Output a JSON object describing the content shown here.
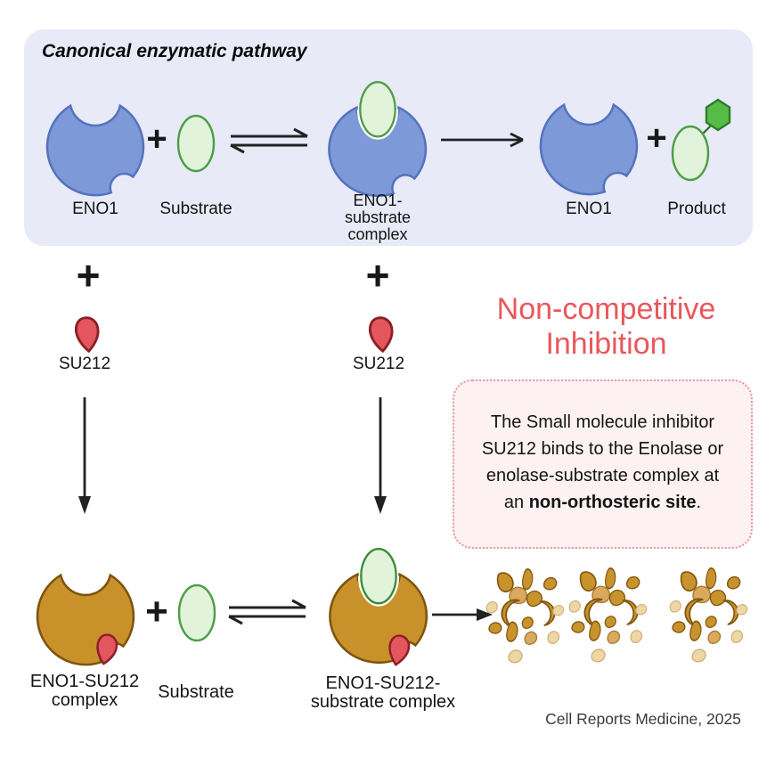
{
  "colors": {
    "panel-bg": "#e8eaf8",
    "blue-fill": "#7e99d8",
    "blue-stroke": "#5573bd",
    "green-fill": "#e2f3dc",
    "green-stroke": "#4f9e46",
    "hex-fill": "#57bb48",
    "hex-stroke": "#2e7d2a",
    "red-fill": "#e4565e",
    "red-stroke": "#8c2026",
    "orange-fill": "#c9912a",
    "orange-stroke": "#7d540f",
    "accent-red": "#e9575d",
    "note-bg": "#fdf1f2",
    "note-border": "#e8959d",
    "frag-dark": "#c8922c",
    "frag-dark-stroke": "#82570e",
    "frag-mid": "#d9a95e",
    "frag-mid-stroke": "#a87c35",
    "frag-light": "#eed7a6",
    "frag-light-stroke": "#d3b176",
    "ink": "#141414"
  },
  "icons": {
    "eno1-enzyme-icon": "blue blob with open catalytic pocket",
    "substrate-icon": "light green ellipse",
    "enzyme-substrate-complex-icon": "blue blob with bound green ellipse",
    "product-icon": "green ellipse with green hexagon tag",
    "su212-inhibitor-icon": "red teardrop",
    "eno1-su212-complex-icon": "orange blob with bound red teardrop",
    "degraded-fragments-icon": "scattered orange shards",
    "equilibrium-arrows-icon": "⇌",
    "forward-arrow-icon": "→",
    "down-arrow-icon": "↓"
  },
  "panel": {
    "title": "Canonical enzymatic pathway",
    "plus": "+",
    "eno1": "ENO1",
    "substrate": "Substrate",
    "complex": [
      "ENO1-",
      "substrate",
      "complex"
    ],
    "eno1_right": "ENO1",
    "product": "Product"
  },
  "middle": {
    "plus": "+",
    "su212": "SU212"
  },
  "inhibition": {
    "title_line1": "Non-competitive",
    "title_line2": "Inhibition",
    "note_line1": "The Small molecule inhibitor",
    "note_line2": "SU212 binds to the Enolase or",
    "note_line3": "enolase-substrate complex at",
    "note_line4_pre": "an ",
    "note_line4_bold": "non-orthosteric site",
    "note_line4_post": "."
  },
  "bottom": {
    "plus": "+",
    "complex1": [
      "ENO1-SU212",
      "complex"
    ],
    "substrate": "Substrate",
    "complex2": [
      "ENO1-SU212-",
      "substrate complex"
    ],
    "credit": "Cell Reports Medicine, 2025"
  }
}
